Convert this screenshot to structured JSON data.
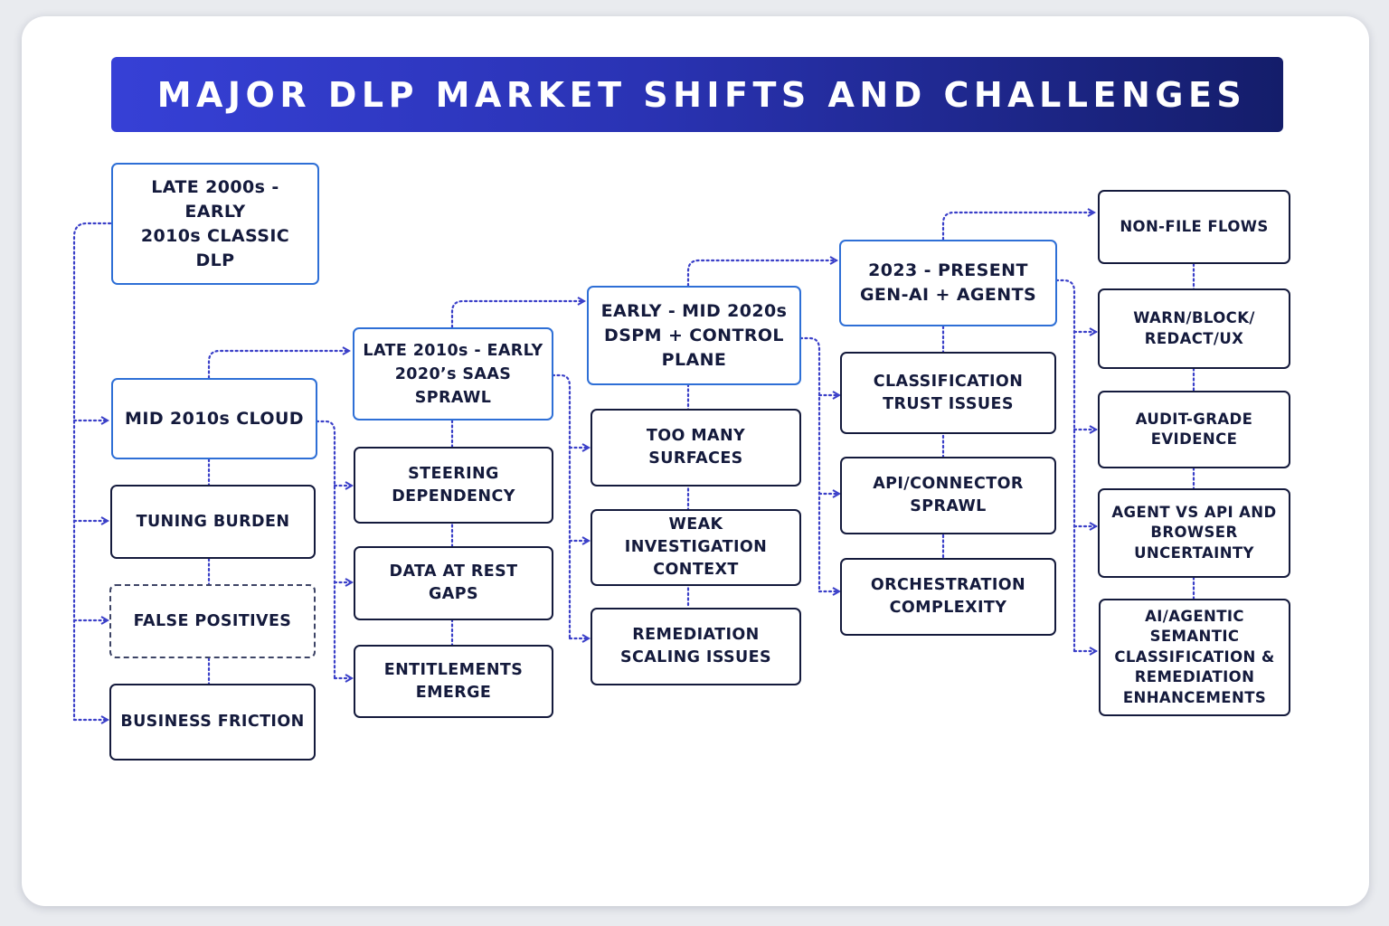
{
  "title": "MAJOR DLP MARKET SHIFTS AND CHALLENGES",
  "colors": {
    "banner_start": "#3640d6",
    "banner_end": "#141d6a",
    "era_border": "#2e6fd6",
    "box_border": "#141a3c",
    "connector": "#3a3fc8"
  },
  "eras": {
    "classic": "LATE 2000s - EARLY\n2010s CLASSIC DLP",
    "cloud": "MID 2010s CLOUD",
    "saas": "LATE 2010s - EARLY\n2020’s SAAS SPRAWL",
    "dspm": "EARLY  - MID 2020s\nDSPM + CONTROL\nPLANE",
    "genai": "2023 - PRESENT\nGEN-AI + AGENTS"
  },
  "challenges": {
    "cloud": [
      "TUNING BURDEN",
      "FALSE POSITIVES",
      "BUSINESS FRICTION"
    ],
    "saas": [
      "STEERING DEPENDENCY",
      "DATA AT REST GAPS",
      "ENTITLEMENTS EMERGE"
    ],
    "dspm": [
      "TOO MANY SURFACES",
      "WEAK INVESTIGATION\nCONTEXT",
      "REMEDIATION\nSCALING ISSUES"
    ],
    "genai": [
      "CLASSIFICATION\nTRUST ISSUES",
      "API/CONNECTOR\nSPRAWL",
      "ORCHESTRATION\nCOMPLEXITY"
    ],
    "future": [
      "NON-FILE FLOWS",
      "WARN/BLOCK/\nREDACT/UX",
      "AUDIT-GRADE\nEVIDENCE",
      "AGENT VS API AND\nBROWSER\nUNCERTAINTY",
      "AI/AGENTIC SEMANTIC\nCLASSIFICATION &\nREMEDIATION\nENHANCEMENTS"
    ]
  }
}
